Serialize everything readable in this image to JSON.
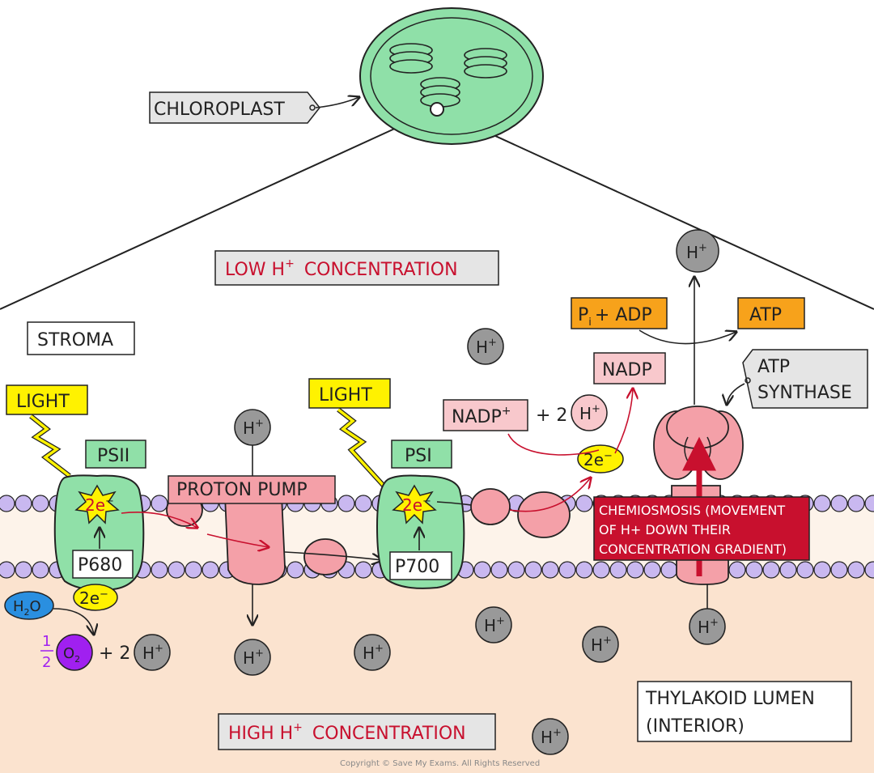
{
  "labels": {
    "chloroplast": "CHLOROPLAST",
    "low_conc": "LOW H",
    "high_conc": "HIGH H",
    "concentration": "CONCENTRATION",
    "stroma": "STROMA",
    "light_1": "LIGHT",
    "light_2": "LIGHT",
    "psii": "PSII",
    "psi": "PSI",
    "proton_pump": "PROTON PUMP",
    "p680": "P680",
    "p700": "P700",
    "two_e": "2e",
    "water": "H",
    "water_sub": "2",
    "water_o": "O",
    "half_num": "1",
    "half_den": "2",
    "oxygen": "O",
    "oxygen_sub": "2",
    "plus_two": "+ 2",
    "h": "H",
    "plus_sign": "+",
    "minus_sign": "−",
    "nadp": "NADP",
    "nadp_plus": "NADP",
    "pi": "P",
    "pi_sub": "i",
    "plus_adp": "+ ADP",
    "atp": "ATP",
    "atp_synthase_1": "ATP",
    "atp_synthase_2": "SYNTHASE",
    "chemiosmosis_1": "CHEMIOSMOSIS (MOVEMENT",
    "chemiosmosis_2": "OF H+ DOWN THEIR",
    "chemiosmosis_3": "CONCENTRATION GRADIENT)",
    "lumen_1": "THYLAKOID  LUMEN",
    "lumen_2": "(INTERIOR)",
    "copyright": "Copyright © Save My Exams. All Rights Reserved"
  },
  "colors": {
    "chloroplast_green": "#8fe0a8",
    "psystem_green": "#90e0a8",
    "pink": "#f4a0a8",
    "label_pink": "#f8c8cc",
    "light_yellow": "#fff200",
    "orange": "#f7a21b",
    "ion_grey": "#999999",
    "membrane_purple": "#c9b8f0",
    "lumen_peach": "#fbe3cf",
    "chemiosmosis_red": "#c8102e",
    "water_blue": "#2a8fe0",
    "oxygen_purple": "#a020f0"
  }
}
